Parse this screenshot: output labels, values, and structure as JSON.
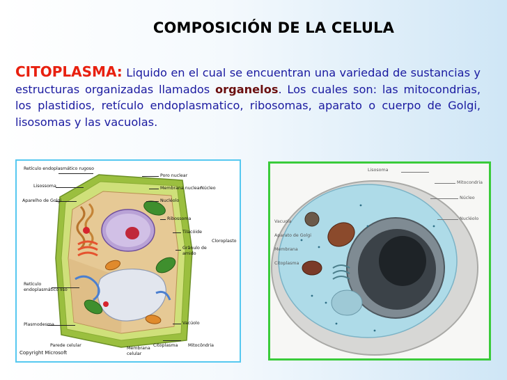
{
  "title": "COMPOSICIÓN DE LA CELULA",
  "body": {
    "term": "CITOPLASMA:",
    "definition": " Liquido en el cual se encuentran una variedad de sustancias y estructuras organizadas llamados ",
    "highlight": "organelos",
    "rest": ". Los cuales son: las mitocondrias, los plastidios, retículo endoplasmatico, ribosomas, aparato o cuerpo de Golgi, lisosomas y las vacuolas."
  },
  "figure_left": {
    "labels": {
      "rer": "Retículo endoplasmático rugoso",
      "lisosoma": "Lisossoma",
      "golgi": "Aparelho de Golgi",
      "poro": "Poro nuclear",
      "membrana_nuclear": "Membrana nuclear",
      "nucleo": "Núcleo",
      "nucleolo": "Nucléolo",
      "ribosoma": "Ribossoma",
      "tilacoide": "Tilacóide",
      "granulo": "Grânulo de amido",
      "cloroplasto": "Cloroplasto",
      "rel": "Retículo endoplasmático liso",
      "plasmodesma": "Plasmodesma",
      "parede": "Parede celular",
      "vacuolo": "Vacúolo",
      "citoplasma": "Citoplasma",
      "mitocondria": "Mitocôndria",
      "membrana_celular": "Membrana celular",
      "copyright": "Copyright Microsoft"
    }
  },
  "figure_right": {
    "labels": [
      "Lisosoma",
      "Mitocondria",
      "Núcleo",
      "Nucléolo",
      "Vacuola",
      "Aparato de Golgi",
      "Membrana",
      "Citoplasma"
    ]
  }
}
